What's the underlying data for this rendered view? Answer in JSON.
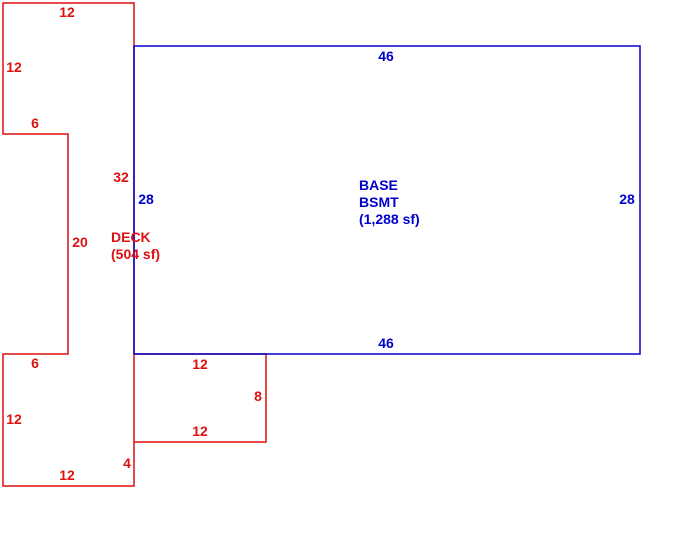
{
  "colors": {
    "deck": "#dd1111",
    "base": "#0000cc",
    "background": "#ffffff"
  },
  "deck": {
    "name": "DECK",
    "area": "(504 sf)",
    "dims": [
      "12",
      "12",
      "6",
      "32",
      "20",
      "6",
      "12",
      "12",
      "8",
      "12",
      "4",
      "12"
    ]
  },
  "base": {
    "name_line1": "BASE",
    "name_line2": "BSMT",
    "area": "(1,288 sf)",
    "top": "46",
    "bottom": "46",
    "left": "28",
    "right": "28"
  }
}
